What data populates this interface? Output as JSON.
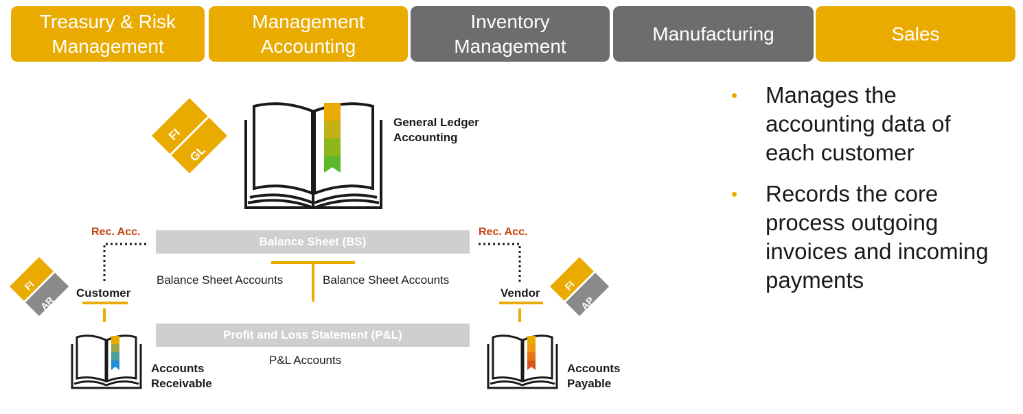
{
  "tabs": [
    {
      "label": "Treasury & Risk\nManagement",
      "color": "#eaab00"
    },
    {
      "label": "Management\nAccounting",
      "color": "#eaab00"
    },
    {
      "label": "Inventory\nManagement",
      "color": "#6d6d6d"
    },
    {
      "label": "Manufacturing",
      "color": "#6d6d6d"
    },
    {
      "label": "Sales",
      "color": "#eaab00"
    }
  ],
  "diagram": {
    "gl_badge": {
      "top": "FI",
      "bottom": "GL"
    },
    "gl_label": "General Ledger\nAccounting",
    "balance_sheet": "Balance Sheet (BS)",
    "bs_accounts_left": "Balance Sheet Accounts",
    "bs_accounts_right": "Balance Sheet Accounts",
    "pl_statement": "Profit and Loss Statement (P&L)",
    "pl_accounts": "P&L Accounts",
    "rec_acc_left": "Rec. Acc.",
    "rec_acc_right": "Rec. Acc.",
    "customer": "Customer",
    "vendor": "Vendor",
    "ar_badge": {
      "top": "FI",
      "bottom": "AR"
    },
    "ap_badge": {
      "top": "FI",
      "bottom": "AP"
    },
    "ar_label": "Accounts\nReceivable",
    "ap_label": "Accounts\nPayable"
  },
  "bullets": [
    "Manages the accounting data of each customer",
    "Records the core process outgoing invoices and incoming payments"
  ],
  "colors": {
    "accent": "#eaab00",
    "gray": "#6d6d6d",
    "light_gray": "#cfcfcf",
    "rec_acc": "#c2410c"
  }
}
